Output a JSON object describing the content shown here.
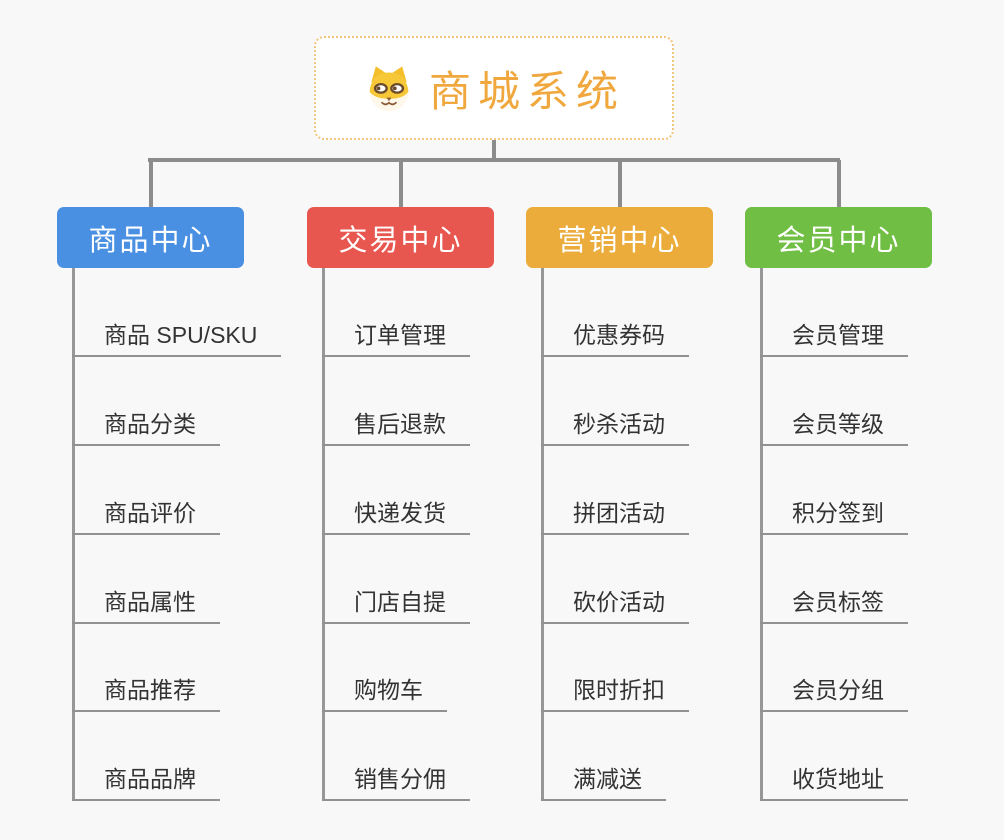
{
  "root": {
    "title": "商城系统",
    "icon": "dog-face-icon"
  },
  "branches": [
    {
      "label": "商品中心",
      "color": "#4A90E2",
      "children": [
        "商品 SPU/SKU",
        "商品分类",
        "商品评价",
        "商品属性",
        "商品推荐",
        "商品品牌"
      ]
    },
    {
      "label": "交易中心",
      "color": "#E8574F",
      "children": [
        "订单管理",
        "售后退款",
        "快递发货",
        "门店自提",
        "购物车",
        "销售分佣"
      ]
    },
    {
      "label": "营销中心",
      "color": "#EBAC3C",
      "children": [
        "优惠券码",
        "秒杀活动",
        "拼团活动",
        "砍价活动",
        "限时折扣",
        "满减送"
      ]
    },
    {
      "label": "会员中心",
      "color": "#70BE44",
      "children": [
        "会员管理",
        "会员等级",
        "积分签到",
        "会员标签",
        "会员分组",
        "收货地址"
      ]
    }
  ],
  "colors": {
    "background": "#F8F8F8",
    "connector": "#8C8C8C",
    "leaf_line": "#919191",
    "leaf_text": "#333333",
    "root_accent": "#F0A83E",
    "root_border": "#F2C57E"
  }
}
